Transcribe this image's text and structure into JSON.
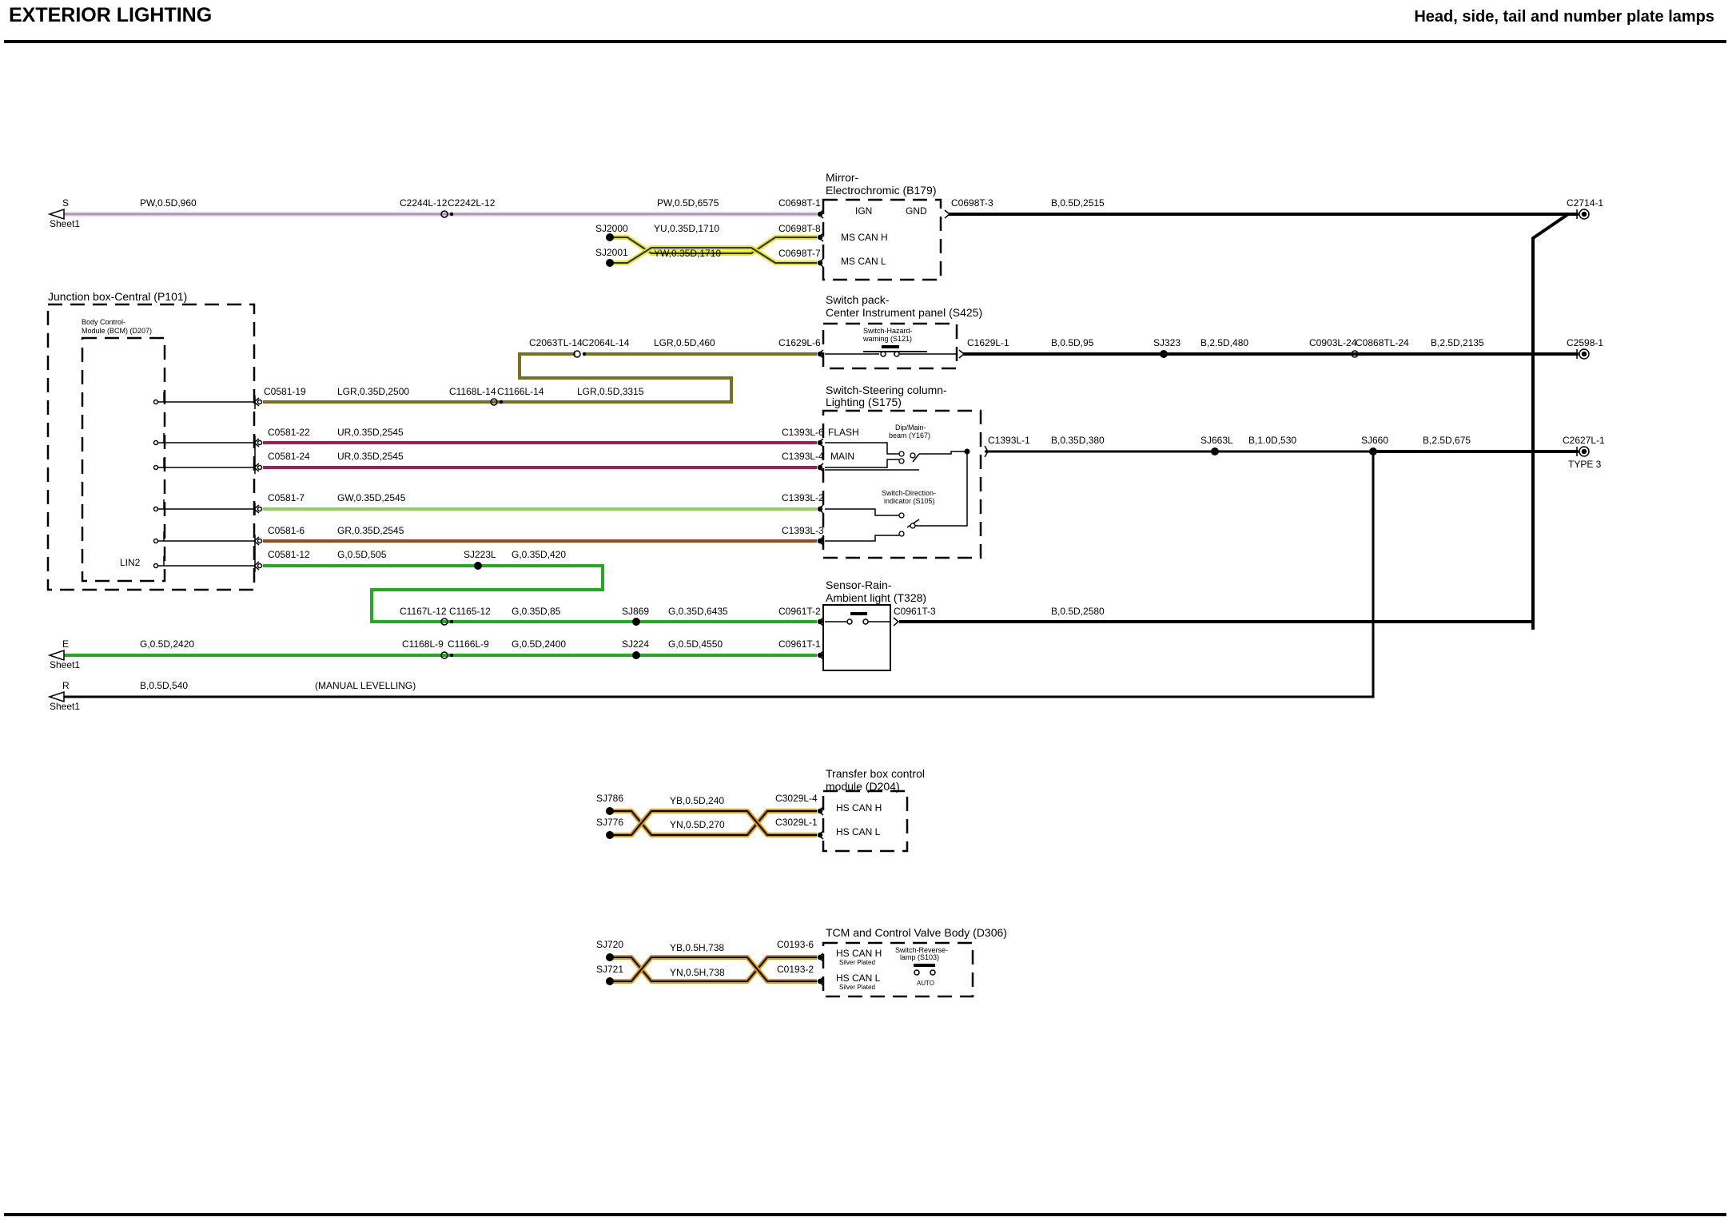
{
  "header": {
    "section_title": "EXTERIOR LIGHTING",
    "page_title": "Head, side, tail and number plate lamps"
  },
  "colors": {
    "pink": "#d9b8e6",
    "yellow": "#f0e800",
    "blue": "#1f2a8c",
    "olive": "#7a7018",
    "purple": "#a8185c",
    "lightgreen": "#8fd35a",
    "brownred": "#9a4a1a",
    "green": "#1fad1f",
    "orange": "#d99a10",
    "black": "#000000"
  },
  "components": [
    {
      "id": "mirror",
      "lines": [
        "Mirror-",
        "Electrochromic (B179)"
      ],
      "pins": [
        "IGN",
        "GND",
        "MS CAN H",
        "MS CAN L"
      ]
    },
    {
      "id": "jbox",
      "lines": [
        "Junction box-Central (P101)"
      ],
      "sub": [
        "Body Control-",
        "Module (BCM) (D207)"
      ],
      "pin_lin": "LIN2"
    },
    {
      "id": "switchpack",
      "lines": [
        "Switch pack-",
        "Center Instrument panel (S425)"
      ],
      "sub": [
        "Switch-Hazard-",
        "warning (S121)"
      ]
    },
    {
      "id": "steering",
      "lines": [
        "Switch-Steering column-",
        "Lighting (S175)"
      ],
      "pins": [
        "FLASH",
        "MAIN"
      ],
      "sub1": [
        "Dip/Main-",
        "beam (Y167)"
      ],
      "sub2": [
        "Switch-Direction-",
        "indicator (S105)"
      ]
    },
    {
      "id": "sensor",
      "lines": [
        "Sensor-Rain-",
        "Ambient light (T328)"
      ]
    },
    {
      "id": "transfer",
      "lines": [
        "Transfer box control",
        "module (D204)"
      ],
      "pins": [
        "HS CAN H",
        "HS CAN L"
      ]
    },
    {
      "id": "tcm",
      "lines": [
        "TCM and Control Valve Body (D306)"
      ],
      "pins": [
        "HS CAN H",
        "HS CAN L"
      ],
      "plated": "Silver Plated",
      "sub": [
        "Switch-Reverse-",
        "lamp (S103)"
      ],
      "auto": "AUTO"
    }
  ],
  "sheet_refs": [
    {
      "letter": "S",
      "label": "Sheet1"
    },
    {
      "letter": "E",
      "label": "Sheet1"
    },
    {
      "letter": "R",
      "label": "Sheet1"
    }
  ],
  "wires": {
    "w_s_a": "PW,0.5D,960",
    "w_s_b": "PW,0.5D,6575",
    "w_yu": "YU,0.35D,1710",
    "w_yw": "YW,0.35D,1710",
    "w_b2515": "B,0.5D,2515",
    "w_lgr460": "LGR,0.5D,460",
    "w_b95": "B,0.5D,95",
    "w_b480": "B,2.5D,480",
    "w_b2135": "B,2.5D,2135",
    "w_lgr2500": "LGR,0.35D,2500",
    "w_lgr3315": "LGR,0.5D,3315",
    "w_ur_a": "UR,0.35D,2545",
    "w_ur_b": "UR,0.35D,2545",
    "w_b380": "B,0.35D,380",
    "w_b530": "B,1.0D,530",
    "w_b675": "B,2.5D,675",
    "w_gw": "GW,0.35D,2545",
    "w_gr": "GR,0.35D,2545",
    "w_g505": "G,0.5D,505",
    "w_g420": "G,0.35D,420",
    "w_g85": "G,0.35D,85",
    "w_g6435": "G,0.35D,6435",
    "w_b2580": "B,0.5D,2580",
    "w_g2420": "G,0.5D,2420",
    "w_g2400": "G,0.5D,2400",
    "w_g4550": "G,0.5D,4550",
    "w_b540": "B,0.5D,540",
    "manual": "(MANUAL LEVELLING)",
    "w_yb240": "YB,0.5D,240",
    "w_yn270": "YN,0.5D,270",
    "w_yb738": "YB,0.5H,738",
    "w_yn738": "YN,0.5H,738"
  },
  "connectors": {
    "c2244": "C2244L-12",
    "c2242": "C2242L-12",
    "c0698_1": "C0698T-1",
    "c0698_8": "C0698T-8",
    "c0698_7": "C0698T-7",
    "c0698_3": "C0698T-3",
    "c2714": "C2714-1",
    "sj2000": "SJ2000",
    "sj2001": "SJ2001",
    "c2063": "C2063TL-14",
    "c2064": "C2064L-14",
    "c1629_6": "C1629L-6",
    "c1629_1": "C1629L-1",
    "sj323": "SJ323",
    "c0903": "C0903L-24",
    "c0868": "C0868TL-24",
    "c2598": "C2598-1",
    "c0581_19": "C0581-19",
    "c1168_14": "C1168L-14",
    "c1166_14": "C1166L-14",
    "c0581_22": "C0581-22",
    "c0581_24": "C0581-24",
    "c1393_6": "C1393L-6",
    "c1393_4": "C1393L-4",
    "c1393_1": "C1393L-1",
    "sj663": "SJ663L",
    "sj660": "SJ660",
    "c2627": "C2627L-1",
    "type3": "TYPE 3",
    "c0581_7": "C0581-7",
    "c1393_2": "C1393L-2",
    "c0581_6": "C0581-6",
    "c1393_3": "C1393L-3",
    "c0581_12": "C0581-12",
    "sj223": "SJ223L",
    "c1167": "C1167L-12",
    "c1165": "C1165-12",
    "sj869": "SJ869",
    "c0961_2": "C0961T-2",
    "c0961_3": "C0961T-3",
    "c1168_9": "C1168L-9",
    "c1166_9": "C1166L-9",
    "sj224": "SJ224",
    "c0961_1": "C0961T-1",
    "sj786": "SJ786",
    "sj776": "SJ776",
    "c3029_4": "C3029L-4",
    "c3029_1": "C3029L-1",
    "sj720": "SJ720",
    "sj721": "SJ721",
    "c0193_6": "C0193-6",
    "c0193_2": "C0193-2"
  }
}
